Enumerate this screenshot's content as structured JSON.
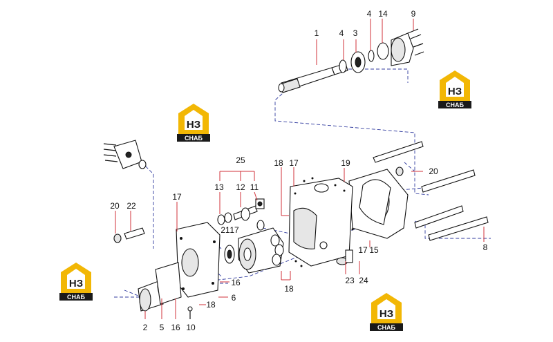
{
  "logo": {
    "mark": "НЗ",
    "caption": "СНАБ",
    "icon": "house-roof-icon",
    "colors": {
      "yellow": "#f2b705",
      "black": "#1a1a1a",
      "white": "#ffffff"
    }
  },
  "callouts": {
    "c1": "1",
    "c2": "2",
    "c3": "3",
    "c4a": "4",
    "c4b": "4",
    "c5": "5",
    "c6": "6",
    "c8": "8",
    "c9": "9",
    "c10": "10",
    "c11": "11",
    "c12": "12",
    "c13": "13",
    "c14": "14",
    "c15": "15",
    "c16a": "16",
    "c16b": "16",
    "c17a": "17",
    "c17b": "17",
    "c17c": "17",
    "c17d": "17",
    "c18a": "18",
    "c18b": "18",
    "c18c": "18",
    "c19": "19",
    "c20a": "20",
    "c20b": "20",
    "c21": "21",
    "c22": "22",
    "c23": "23",
    "c24": "24",
    "c25": "25"
  },
  "colors": {
    "leader": "#d1313a",
    "dashed": "#2f3a9e",
    "line": "#111111"
  }
}
